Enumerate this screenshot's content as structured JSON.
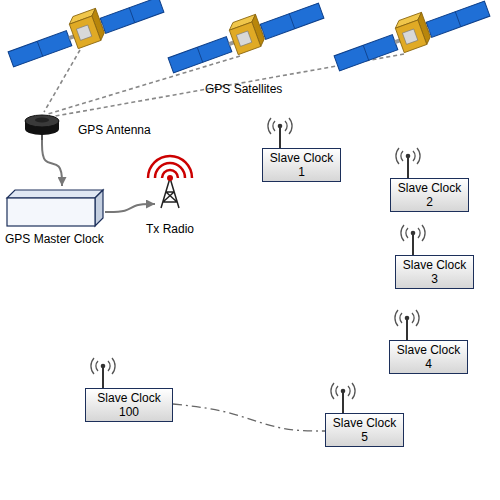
{
  "diagram": {
    "nodes": [
      {
        "text": [
          "GPS Antenna"
        ]
      },
      {
        "text": [
          "GPS Master Clock"
        ]
      },
      {
        "text": [
          "Tx Radio"
        ]
      },
      {
        "text": [
          "Slave Clock 1"
        ]
      },
      {
        "text": [
          "Slave Clock 2"
        ]
      },
      {
        "text": [
          "Slave Clock 3"
        ]
      },
      {
        "text": [
          "Slave Clock 4"
        ]
      },
      {
        "text": [
          "Slave Clock 100"
        ]
      },
      {
        "text": [
          "Slave Clock 5"
        ]
      }
    ],
    "edges": [
      {
        "from": 0,
        "to": 1,
        "arrow": "to"
      },
      {
        "from": 1,
        "to": 2,
        "arrow": "to"
      },
      {
        "from": 7,
        "to": 8,
        "arrow": "none"
      }
    ],
    "labels": [
      "GPS Satellites"
    ]
  }
}
